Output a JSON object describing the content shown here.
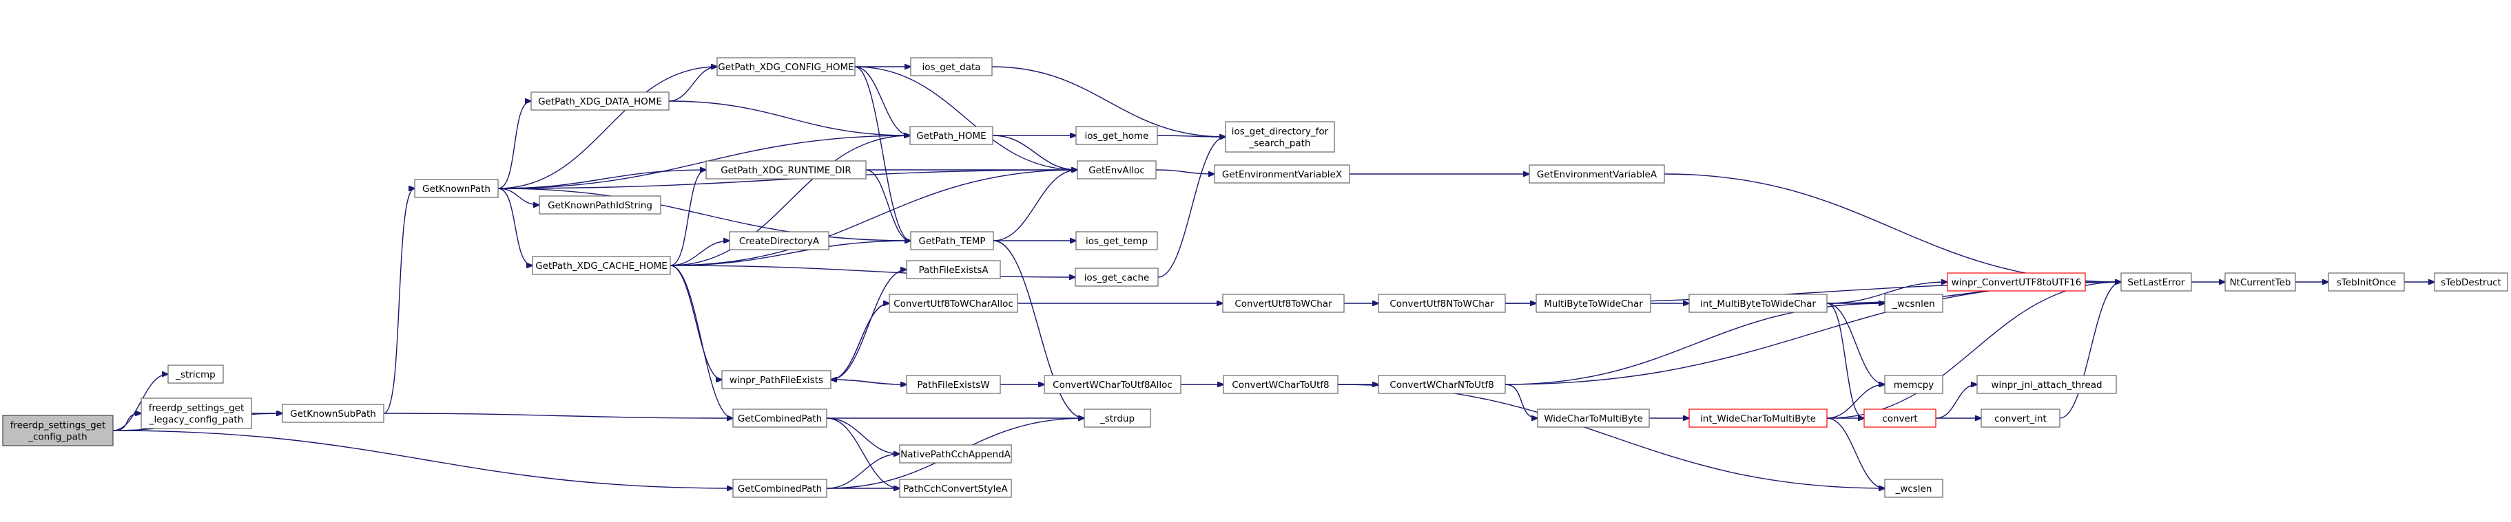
{
  "diagram": {
    "title": "",
    "nodes": [
      {
        "id": "root",
        "lines": [
          "freerdp_settings_get",
          "_config_path"
        ],
        "style": "root"
      },
      {
        "id": "stricmp",
        "lines": [
          "_stricmp"
        ]
      },
      {
        "id": "legacy",
        "lines": [
          "freerdp_settings_get",
          "_legacy_config_path"
        ]
      },
      {
        "id": "getknownsubpath",
        "lines": [
          "GetKnownSubPath"
        ]
      },
      {
        "id": "getknownpath",
        "lines": [
          "GetKnownPath"
        ]
      },
      {
        "id": "xdg_data_home",
        "lines": [
          "GetPath_XDG_DATA_HOME"
        ]
      },
      {
        "id": "xdg_config_home",
        "lines": [
          "GetPath_XDG_CONFIG_HOME"
        ]
      },
      {
        "id": "ios_get_data",
        "lines": [
          "ios_get_data"
        ]
      },
      {
        "id": "getpath_home",
        "lines": [
          "GetPath_HOME"
        ]
      },
      {
        "id": "ios_get_home",
        "lines": [
          "ios_get_home"
        ]
      },
      {
        "id": "ios_get_dir",
        "lines": [
          "ios_get_directory_for",
          "_search_path"
        ]
      },
      {
        "id": "xdg_runtime_dir",
        "lines": [
          "GetPath_XDG_RUNTIME_DIR"
        ]
      },
      {
        "id": "getenvalloc",
        "lines": [
          "GetEnvAlloc"
        ]
      },
      {
        "id": "getenvvarx",
        "lines": [
          "GetEnvironmentVariableX"
        ]
      },
      {
        "id": "getenvvara",
        "lines": [
          "GetEnvironmentVariableA"
        ]
      },
      {
        "id": "getknownpathidstring",
        "lines": [
          "GetKnownPathIdString"
        ]
      },
      {
        "id": "xdg_cache_home",
        "lines": [
          "GetPath_XDG_CACHE_HOME"
        ]
      },
      {
        "id": "createdirectorya",
        "lines": [
          "CreateDirectoryA"
        ]
      },
      {
        "id": "getpath_temp",
        "lines": [
          "GetPath_TEMP"
        ]
      },
      {
        "id": "ios_get_temp",
        "lines": [
          "ios_get_temp"
        ]
      },
      {
        "id": "ios_get_cache",
        "lines": [
          "ios_get_cache"
        ]
      },
      {
        "id": "pathfileexistsa",
        "lines": [
          "PathFileExistsA"
        ]
      },
      {
        "id": "convutf8towcharalloc",
        "lines": [
          "ConvertUtf8ToWCharAlloc"
        ]
      },
      {
        "id": "winpr_pathfileexists",
        "lines": [
          "winpr_PathFileExists"
        ]
      },
      {
        "id": "pathfileexistsw",
        "lines": [
          "PathFileExistsW"
        ]
      },
      {
        "id": "getcombinedpath1",
        "lines": [
          "GetCombinedPath"
        ]
      },
      {
        "id": "getcombinedpath2",
        "lines": [
          "GetCombinedPath"
        ]
      },
      {
        "id": "nativepathcch",
        "lines": [
          "NativePathCchAppendA"
        ]
      },
      {
        "id": "pathcchconvert",
        "lines": [
          "PathCchConvertStyleA"
        ]
      },
      {
        "id": "strdup",
        "lines": [
          "_strdup"
        ]
      },
      {
        "id": "convutf8towchar",
        "lines": [
          "ConvertUtf8ToWChar"
        ]
      },
      {
        "id": "convutf8ntowchar",
        "lines": [
          "ConvertUtf8NToWChar"
        ]
      },
      {
        "id": "multibytetowidechar",
        "lines": [
          "MultiByteToWideChar"
        ]
      },
      {
        "id": "int_multibyte",
        "lines": [
          "int_MultiByteToWideChar"
        ]
      },
      {
        "id": "convwchartoutf8alloc",
        "lines": [
          "ConvertWCharToUtf8Alloc"
        ]
      },
      {
        "id": "convwchartoutf8",
        "lines": [
          "ConvertWCharToUtf8"
        ]
      },
      {
        "id": "convwcharntoutf8",
        "lines": [
          "ConvertWCharNToUtf8"
        ]
      },
      {
        "id": "widechartomultibyte",
        "lines": [
          "WideCharToMultiByte"
        ]
      },
      {
        "id": "int_widechar",
        "lines": [
          "int_WideCharToMultiByte"
        ],
        "style": "red"
      },
      {
        "id": "winpr_convutf8toutf16",
        "lines": [
          "winpr_ConvertUTF8toUTF16"
        ],
        "style": "red"
      },
      {
        "id": "wcsnlen",
        "lines": [
          "_wcsnlen"
        ]
      },
      {
        "id": "memcpy",
        "lines": [
          "memcpy"
        ]
      },
      {
        "id": "convert",
        "lines": [
          "convert"
        ],
        "style": "red"
      },
      {
        "id": "winpr_jni",
        "lines": [
          "winpr_jni_attach_thread"
        ]
      },
      {
        "id": "convert_int",
        "lines": [
          "convert_int"
        ]
      },
      {
        "id": "wcslen",
        "lines": [
          "_wcslen"
        ]
      },
      {
        "id": "setlasterror",
        "lines": [
          "SetLastError"
        ]
      },
      {
        "id": "ntcurrentteb",
        "lines": [
          "NtCurrentTeb"
        ]
      },
      {
        "id": "stebinitonce",
        "lines": [
          "sTebInitOnce"
        ]
      },
      {
        "id": "stebdestruct",
        "lines": [
          "sTebDestruct"
        ]
      }
    ],
    "edges": [
      [
        "root",
        "stricmp"
      ],
      [
        "root",
        "legacy"
      ],
      [
        "root",
        "getknownsubpath"
      ],
      [
        "root",
        "getcombinedpath2"
      ],
      [
        "legacy",
        "getknownsubpath"
      ],
      [
        "getknownsubpath",
        "getknownpath"
      ],
      [
        "getknownsubpath",
        "getcombinedpath1"
      ],
      [
        "getknownpath",
        "xdg_data_home"
      ],
      [
        "getknownpath",
        "xdg_config_home"
      ],
      [
        "getknownpath",
        "getpath_home"
      ],
      [
        "getknownpath",
        "xdg_runtime_dir"
      ],
      [
        "getknownpath",
        "getknownpathidstring"
      ],
      [
        "getknownpath",
        "xdg_cache_home"
      ],
      [
        "getknownpath",
        "getpath_temp"
      ],
      [
        "getknownpath",
        "getenvalloc"
      ],
      [
        "xdg_data_home",
        "xdg_config_home"
      ],
      [
        "xdg_data_home",
        "getpath_home"
      ],
      [
        "xdg_config_home",
        "ios_get_data"
      ],
      [
        "xdg_config_home",
        "getpath_home"
      ],
      [
        "xdg_config_home",
        "getenvalloc"
      ],
      [
        "xdg_config_home",
        "getpath_temp"
      ],
      [
        "ios_get_data",
        "ios_get_dir"
      ],
      [
        "getpath_home",
        "ios_get_home"
      ],
      [
        "getpath_home",
        "getenvalloc"
      ],
      [
        "ios_get_home",
        "ios_get_dir"
      ],
      [
        "xdg_runtime_dir",
        "getenvalloc"
      ],
      [
        "xdg_runtime_dir",
        "getpath_temp"
      ],
      [
        "getenvalloc",
        "getenvvarx"
      ],
      [
        "getenvvarx",
        "getenvvara"
      ],
      [
        "getenvvara",
        "setlasterror"
      ],
      [
        "xdg_cache_home",
        "xdg_runtime_dir"
      ],
      [
        "xdg_cache_home",
        "createdirectorya"
      ],
      [
        "xdg_cache_home",
        "getpath_home"
      ],
      [
        "xdg_cache_home",
        "getpath_temp"
      ],
      [
        "xdg_cache_home",
        "ios_get_cache"
      ],
      [
        "xdg_cache_home",
        "winpr_pathfileexists"
      ],
      [
        "xdg_cache_home",
        "getcombinedpath1"
      ],
      [
        "xdg_cache_home",
        "getenvalloc"
      ],
      [
        "getpath_temp",
        "ios_get_temp"
      ],
      [
        "getpath_temp",
        "getenvalloc"
      ],
      [
        "getpath_temp",
        "strdup"
      ],
      [
        "ios_get_cache",
        "ios_get_dir"
      ],
      [
        "winpr_pathfileexists",
        "pathfileexistsa"
      ],
      [
        "winpr_pathfileexists",
        "convutf8towcharalloc"
      ],
      [
        "winpr_pathfileexists",
        "pathfileexistsw"
      ],
      [
        "convutf8towcharalloc",
        "winpr_pathfileexists"
      ],
      [
        "convutf8towcharalloc",
        "convutf8towchar"
      ],
      [
        "pathfileexistsw",
        "winpr_pathfileexists"
      ],
      [
        "pathfileexistsw",
        "convwchartoutf8alloc"
      ],
      [
        "getcombinedpath1",
        "nativepathcch"
      ],
      [
        "getcombinedpath1",
        "pathcchconvert"
      ],
      [
        "getcombinedpath1",
        "strdup"
      ],
      [
        "getcombinedpath2",
        "nativepathcch"
      ],
      [
        "getcombinedpath2",
        "pathcchconvert"
      ],
      [
        "getcombinedpath2",
        "strdup"
      ],
      [
        "convutf8towchar",
        "convutf8ntowchar"
      ],
      [
        "convutf8ntowchar",
        "multibytetowidechar"
      ],
      [
        "convutf8ntowchar",
        "setlasterror"
      ],
      [
        "multibytetowidechar",
        "int_multibyte"
      ],
      [
        "int_multibyte",
        "winpr_convutf8toutf16"
      ],
      [
        "int_multibyte",
        "wcsnlen"
      ],
      [
        "int_multibyte",
        "memcpy"
      ],
      [
        "int_multibyte",
        "convert"
      ],
      [
        "int_multibyte",
        "setlasterror"
      ],
      [
        "winpr_convutf8toutf16",
        "setlasterror"
      ],
      [
        "convwchartoutf8alloc",
        "convwchartoutf8"
      ],
      [
        "convwchartoutf8",
        "convwcharntoutf8"
      ],
      [
        "convwchartoutf8",
        "wcslen"
      ],
      [
        "convwcharntoutf8",
        "wcsnlen"
      ],
      [
        "convwcharntoutf8",
        "widechartomultibyte"
      ],
      [
        "convwcharntoutf8",
        "setlasterror"
      ],
      [
        "widechartomultibyte",
        "int_widechar"
      ],
      [
        "int_widechar",
        "convert"
      ],
      [
        "int_widechar",
        "memcpy"
      ],
      [
        "int_widechar",
        "wcslen"
      ],
      [
        "int_widechar",
        "setlasterror"
      ],
      [
        "convert",
        "winpr_jni"
      ],
      [
        "convert",
        "convert_int"
      ],
      [
        "convert_int",
        "setlasterror"
      ],
      [
        "setlasterror",
        "ntcurrentteb"
      ],
      [
        "ntcurrentteb",
        "stebinitonce"
      ],
      [
        "stebinitonce",
        "stebdestruct"
      ]
    ]
  }
}
